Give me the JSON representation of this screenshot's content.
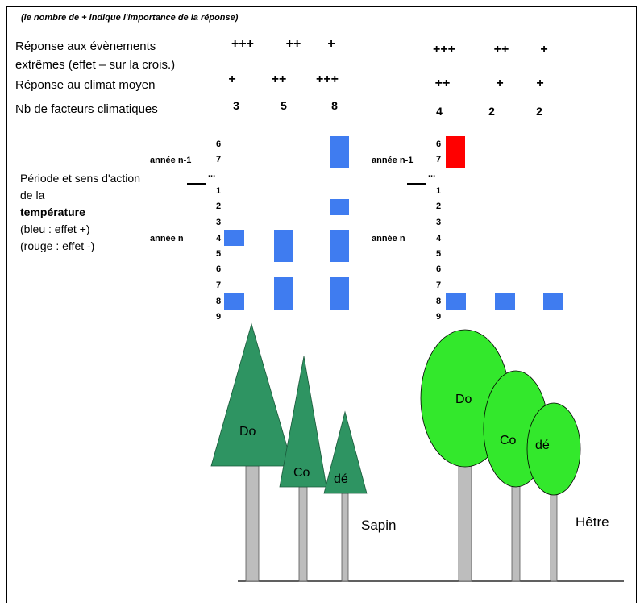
{
  "note": "(le nombre de + indique l'importance de la réponse)",
  "rows": {
    "extremes_label": "Réponse aux évènements extrêmes (effet – sur la crois.)",
    "climat_label": "Réponse au climat moyen",
    "facteurs_label": "Nb de facteurs climatiques"
  },
  "sapin": {
    "name": "Sapin",
    "extremes": [
      "+++",
      "++",
      "+"
    ],
    "climat": [
      "+",
      "++",
      "+++"
    ],
    "facteurs": [
      "3",
      "5",
      "8"
    ],
    "classes": [
      "Do",
      "Co",
      "dé"
    ]
  },
  "hetre": {
    "name": "Hêtre",
    "extremes": [
      "+++",
      "++",
      "+"
    ],
    "climat": [
      "++",
      "+",
      "+"
    ],
    "facteurs": [
      "4",
      "2",
      "2"
    ],
    "classes": [
      "Do",
      "Co",
      "dé"
    ]
  },
  "period_label": {
    "line1": "Période et sens d'action de la",
    "bold": "température",
    "line3": "(bleu : effet +)",
    "line4": "(rouge : effet -)"
  },
  "year_prev": "année n-1",
  "year_curr": "année n",
  "ellipsis": "...",
  "months_prev": [
    "6",
    "7"
  ],
  "months_curr": [
    "1",
    "2",
    "3",
    "4",
    "5",
    "6",
    "7",
    "8",
    "9"
  ],
  "colors": {
    "positive": "#3f7cf0",
    "negative": "#ff0000",
    "conifer": "#2e9462",
    "broadleaf": "#33e82c",
    "trunk": "#bdbdbd"
  },
  "temperature_effects": {
    "sapin": [
      {
        "column": "Do",
        "months": [
          "4",
          "8"
        ],
        "sign": "+"
      },
      {
        "column": "Co",
        "months": [
          "4",
          "5",
          "7",
          "8"
        ],
        "sign": "+"
      },
      {
        "column": "dé",
        "months": [
          "n-1 6",
          "n-1 7",
          "2",
          "4",
          "5",
          "7",
          "8"
        ],
        "sign": "+"
      }
    ],
    "hetre": [
      {
        "column": "Do",
        "months": [
          "n-1 6",
          "n-1 7"
        ],
        "sign": "-"
      },
      {
        "column": "Do",
        "months": [
          "8"
        ],
        "sign": "+"
      },
      {
        "column": "Co",
        "months": [
          "8"
        ],
        "sign": "+"
      },
      {
        "column": "dé",
        "months": [
          "8"
        ],
        "sign": "+"
      }
    ]
  }
}
